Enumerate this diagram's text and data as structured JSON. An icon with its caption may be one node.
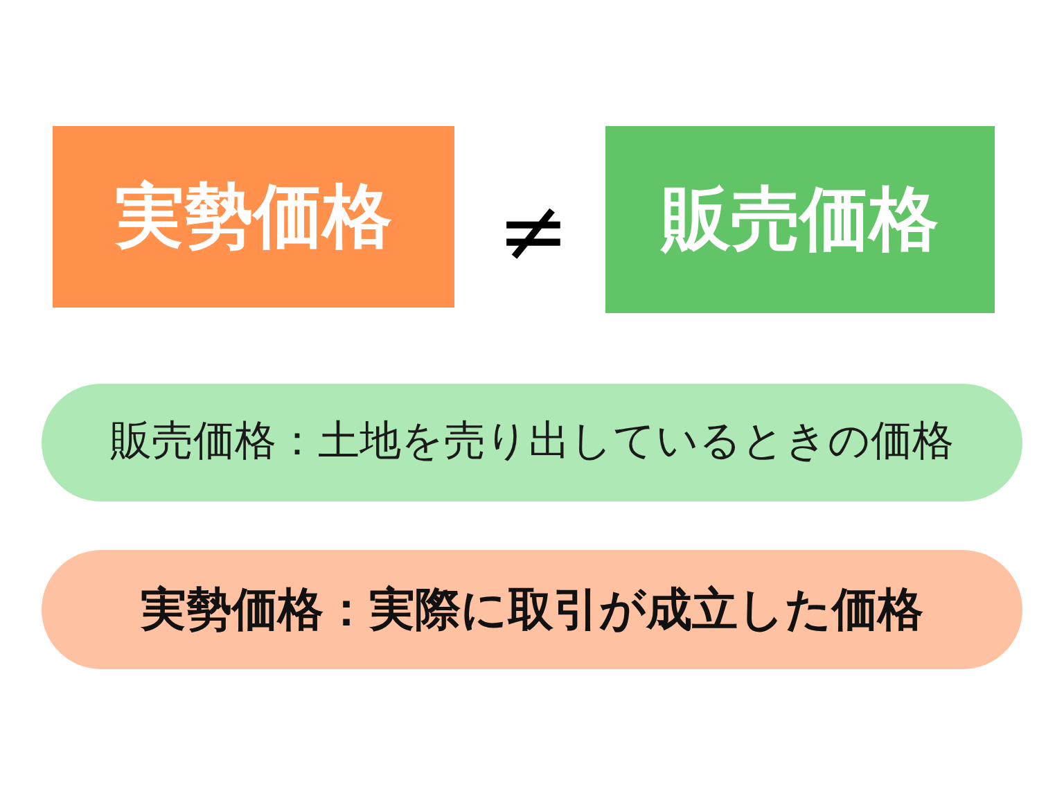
{
  "diagram": {
    "nodes": [
      {
        "text": [
          "実勢価格"
        ]
      },
      {
        "text": [
          "販売価格"
        ]
      },
      {
        "text": [
          "販売価格：土地を売り出しているときの価格"
        ]
      },
      {
        "text": [
          "実勢価格：実際に取引が成立した価格"
        ]
      }
    ],
    "labels": [
      "≠"
    ]
  }
}
